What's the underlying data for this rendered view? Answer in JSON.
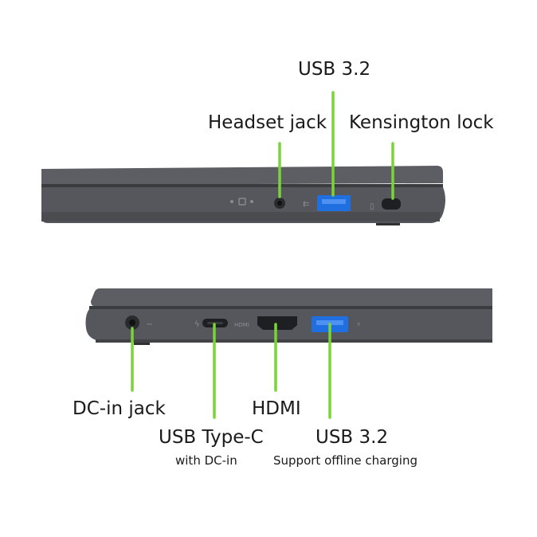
{
  "labels": {
    "top": {
      "usb32": "USB 3.2",
      "headset": "Headset jack",
      "kensington": "Kensington lock"
    },
    "bottom": {
      "dcin": "DC-in jack",
      "hdmi": "HDMI",
      "usbc": "USB Type-C",
      "usbc_sub": "with DC-in",
      "usb32": "USB 3.2",
      "usb32_sub": "Support offline charging"
    }
  },
  "colors": {
    "leader": "#7bd33a",
    "chassis": "#55575c",
    "chassis_dark": "#3c3e42",
    "usb_blue": "#1f6fe0"
  }
}
